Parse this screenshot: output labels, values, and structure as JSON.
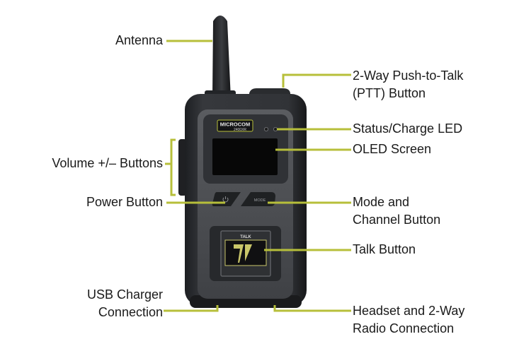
{
  "device": {
    "brand": "MICROCOM",
    "model": "2400XR",
    "mode_key": "MODE",
    "talk_key": "TALK"
  },
  "labels": {
    "antenna": "Antenna",
    "volume": "Volume +/– Buttons",
    "power": "Power Button",
    "usb_line1": "USB Charger",
    "usb_line2": "Connection",
    "ptt_line1": "2-Way Push-to-Talk",
    "ptt_line2": "(PTT) Button",
    "led": "Status/Charge LED",
    "oled": "OLED Screen",
    "mode_line1": "Mode and",
    "mode_line2": "Channel Button",
    "talk": "Talk Button",
    "headset_line1": "Headset and 2-Way",
    "headset_line2": "Radio Connection"
  },
  "colors": {
    "leader": "#b7bf3a",
    "device_body": "#2b2d30",
    "device_face": "#4a4c50",
    "screen": "#070707",
    "talk_accent": "#c9c66a"
  }
}
